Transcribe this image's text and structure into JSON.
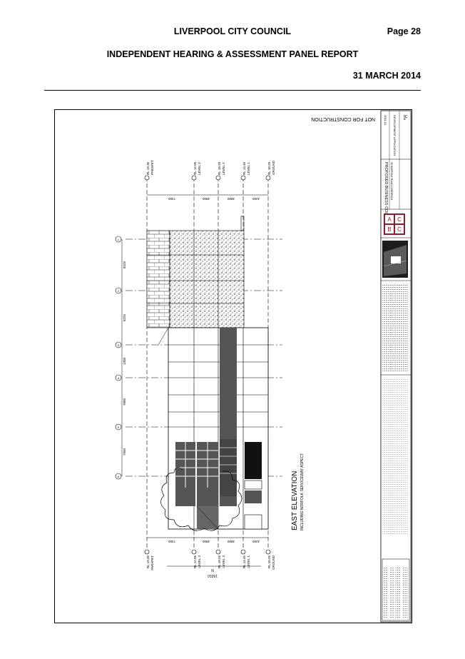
{
  "header": {
    "council": "LIVERPOOL CITY COUNCIL",
    "page": "Page 28",
    "panel": "INDEPENDENT HEARING & ASSESSMENT PANEL REPORT",
    "date": "31 MARCH 2014"
  },
  "drawing": {
    "not_for_construction": "NOT FOR CONSTRUCTION",
    "title": "EAST ELEVATION",
    "subtitle": "INCLUDING NORFOLK SERVICEWAY ASPECT",
    "levels": [
      {
        "rl": "RL 19.35",
        "name": "PARAPET"
      },
      {
        "rl": "RL 12.05",
        "name": "LEVEL 3"
      },
      {
        "rl": "RL 18.25",
        "name": "LEVEL 2"
      },
      {
        "rl": "RL 14.45",
        "name": "LEVEL 1"
      },
      {
        "rl": "RL 10.25",
        "name": "GROUND"
      }
    ],
    "height_dims": [
      "7300",
      "3800",
      "3800",
      "4200"
    ],
    "grid_dims": [
      "8225",
      "8225",
      "1300",
      "7800",
      "7950"
    ],
    "grid_bubbles": [
      "1",
      "2",
      "3",
      "4",
      "5",
      "6"
    ],
    "overall_dim": "15010",
    "north_label": "N",
    "title_block": {
      "project": "PROPOSED BUSINESS COLLEGE",
      "address": "98 NORFOLK ROAD LIVERPOOL",
      "logo_letters": [
        "A",
        "C",
        "B",
        "C"
      ],
      "stage": "DEVELOPMENT APPLICATION",
      "drawing_no": "A08",
      "job_no": "2011-01",
      "revision": "C"
    }
  }
}
